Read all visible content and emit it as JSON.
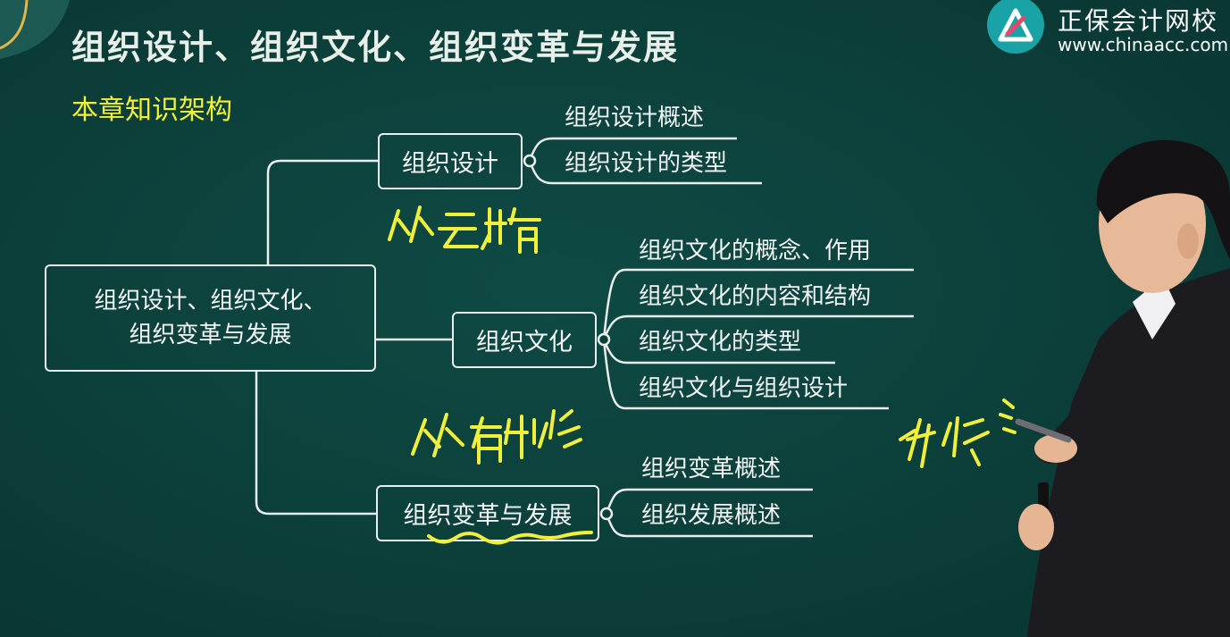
{
  "header": {
    "title": "组织设计、组织文化、组织变革与发展",
    "subtitle": "本章知识架构"
  },
  "logo": {
    "name": "正保会计网校",
    "url": "www.chinaacc.com"
  },
  "mindmap": {
    "root": {
      "line1": "组织设计、组织文化、",
      "line2": "组织变革与发展"
    },
    "branches": [
      {
        "label": "组织设计",
        "children": [
          "组织设计概述",
          "组织设计的类型"
        ]
      },
      {
        "label": "组织文化",
        "children": [
          "组织文化的概念、作用",
          "组织文化的内容和结构",
          "组织文化的类型",
          "组织文化与组织设计"
        ]
      },
      {
        "label": "组织变革与发展",
        "children": [
          "组织变革概述",
          "组织发展概述"
        ]
      }
    ]
  },
  "colors": {
    "background": "#0c3f3a",
    "title": "#e8efe9",
    "subtitle": "#f3f03a",
    "handwriting": "#f0f03a",
    "lines": "#e9efec",
    "logo_circle": "#1aa3a6"
  }
}
